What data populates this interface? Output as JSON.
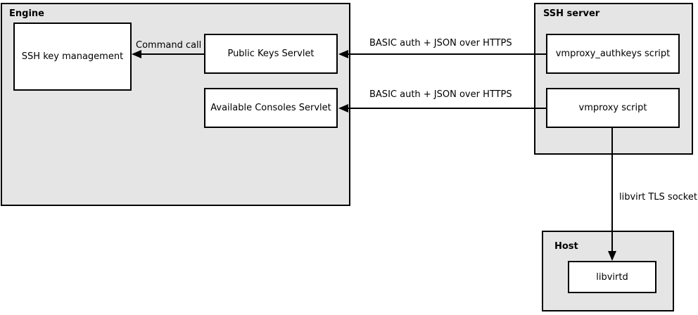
{
  "colors": {
    "container_fill": "#e5e5e5",
    "node_fill": "#ffffff",
    "border": "#000000",
    "background": "#ffffff"
  },
  "containers": {
    "engine": {
      "title": "Engine"
    },
    "ssh_server": {
      "title": "SSH server"
    },
    "host": {
      "title": "Host"
    }
  },
  "nodes": {
    "ssh_key_management": "SSH key management",
    "public_keys_servlet": "Public Keys Servlet",
    "available_consoles_servlet": "Available Consoles Servlet",
    "vmproxy_authkeys": "vmproxy_authkeys script",
    "vmproxy": "vmproxy script",
    "libvirtd": "libvirtd"
  },
  "edges": {
    "command_call": "Command call",
    "basic_auth_top": "BASIC auth + JSON over HTTPS",
    "basic_auth_bottom": "BASIC auth + JSON over HTTPS",
    "libvirt_tls": "libvirt TLS socket"
  }
}
